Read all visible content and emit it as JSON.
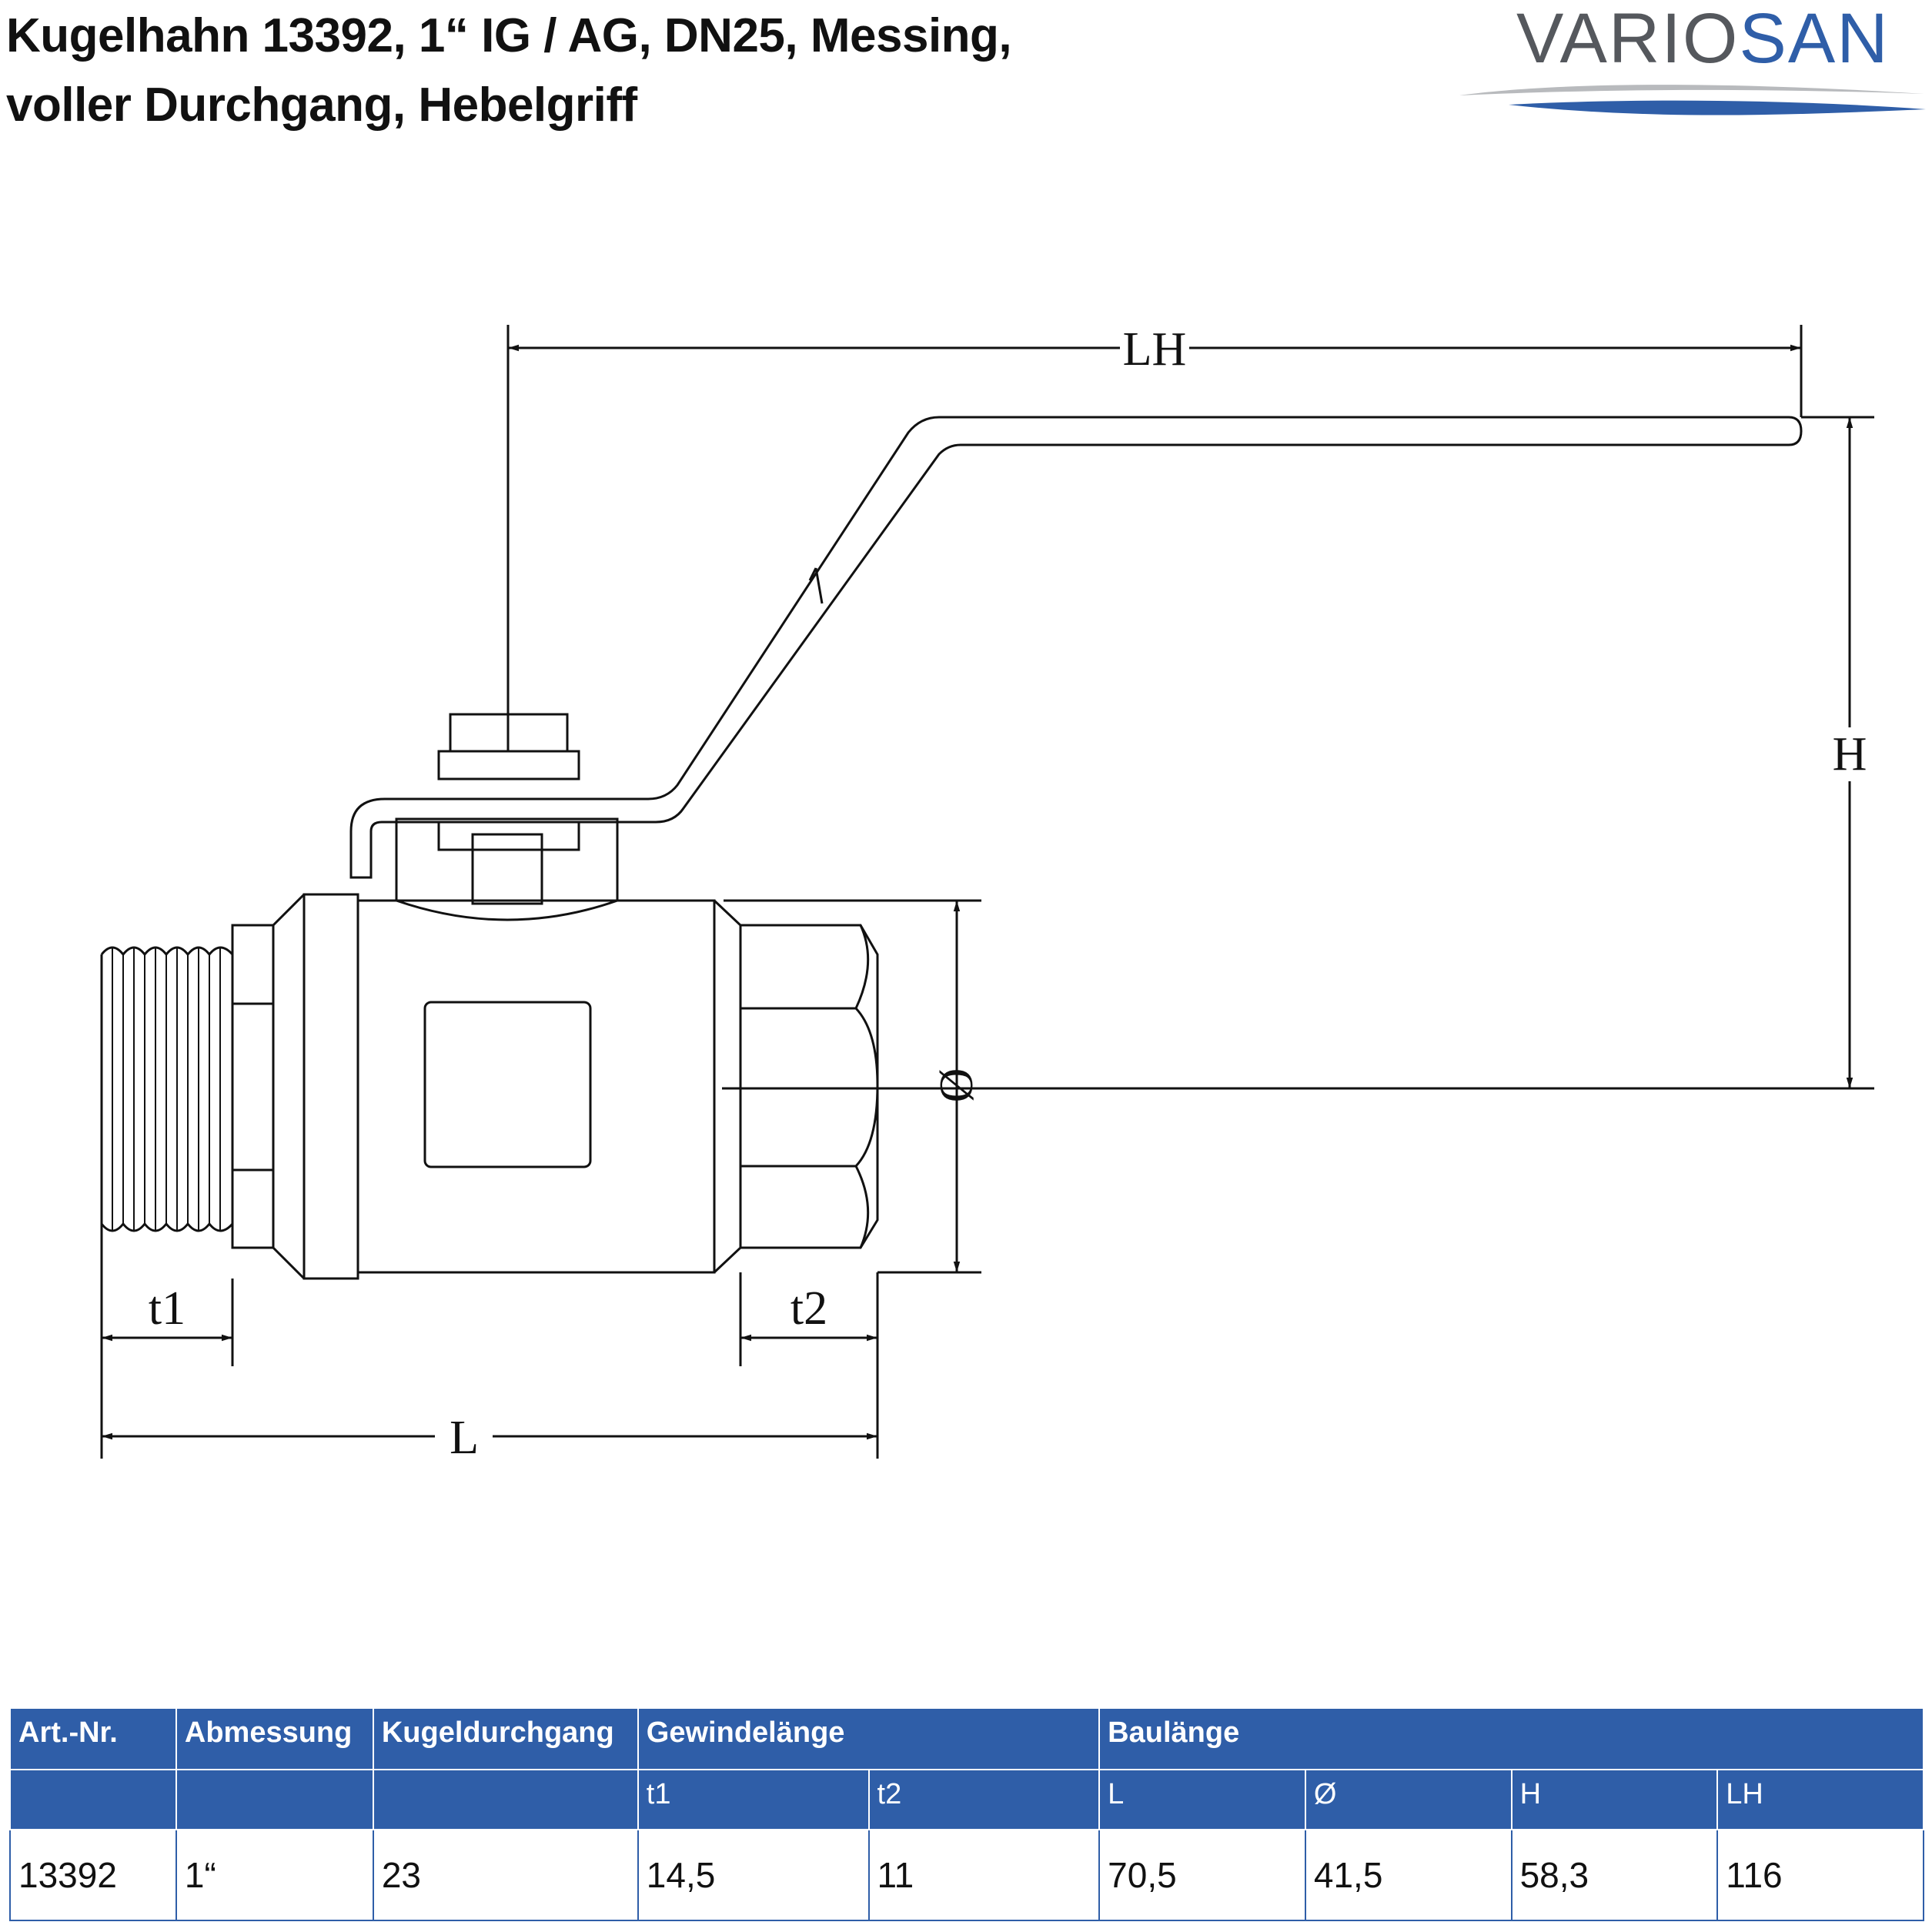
{
  "title": {
    "line1": "Kugelhahn 13392, 1“ IG / AG, DN25, Messing,",
    "line2": "voller Durchgang, Hebelgriff"
  },
  "logo": {
    "part1": "VARIO",
    "part2": "SAN",
    "colors": {
      "gray": "#55585d",
      "blue": "#2f5ea8"
    }
  },
  "drawing": {
    "labels": {
      "lh": "LH",
      "h": "H",
      "diameter": "Ø",
      "t1": "t1",
      "t2": "t2",
      "l": "L"
    }
  },
  "table": {
    "header_color": "#2f5ea8",
    "headers": {
      "art_nr": "Art.-Nr.",
      "abmessung": "Abmessung",
      "kugeldurchgang": "Kugeldurchgang",
      "gewindelaenge": "Gewindelänge",
      "baulaenge": "Baulänge"
    },
    "subheaders": {
      "t1": "t1",
      "t2": "t2",
      "l": "L",
      "d": "Ø",
      "h": "H",
      "lh": "LH"
    },
    "row": {
      "art_nr": "13392",
      "abmessung": "1“",
      "kugeldurchgang": "23",
      "t1": "14,5",
      "t2": "11",
      "l": "70,5",
      "d": "41,5",
      "h": "58,3",
      "lh": "116"
    }
  }
}
